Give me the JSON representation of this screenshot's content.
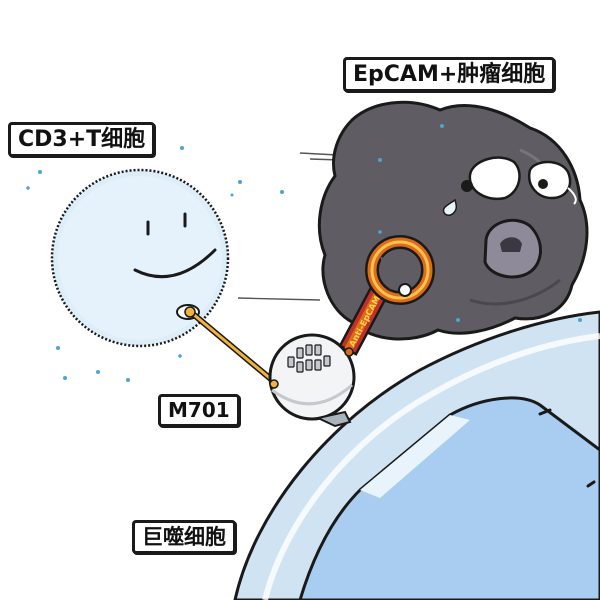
{
  "labels": {
    "tumor_cell": "EpCAM+肿瘤细胞",
    "t_cell": "CD3+T细胞",
    "antibody": "M701",
    "macrophage": "巨噬细胞"
  },
  "antibody_arm_text": "Anti-EpCAM",
  "colors": {
    "tumor": "#5f5d63",
    "t_cell": "#ddeef9",
    "macrophage_body": "#cfe3f3",
    "macrophage_inner": "#a9cdf0",
    "arm_orange": "#e06a1c",
    "arm_red": "#c0312a",
    "t_arm_gold": "#f2b33a",
    "outline": "#1a1a1a"
  }
}
